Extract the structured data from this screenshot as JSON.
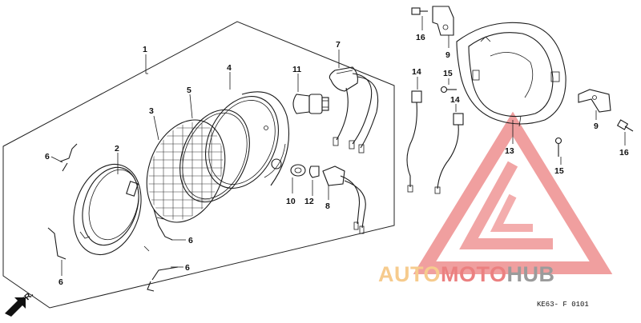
{
  "callouts": {
    "c1": "1",
    "c2": "2",
    "c3": "3",
    "c4": "4",
    "c5": "5",
    "c6a": "6",
    "c6b": "6",
    "c6c": "6",
    "c6d": "6",
    "c7": "7",
    "c8": "8",
    "c9a": "9",
    "c9b": "9",
    "c10": "10",
    "c11": "11",
    "c12": "12",
    "c13": "13",
    "c14a": "14",
    "c14b": "14",
    "c15a": "15",
    "c15b": "15",
    "c16a": "16",
    "c16b": "16"
  },
  "watermark": {
    "part1": "AUTO",
    "part2": "MOTO",
    "part3": "HUB",
    "color_orange": "#f5c27a",
    "color_red": "#e86a6a",
    "color_gray": "#8a8a8a"
  },
  "diagram_code": "KE63- F 0101",
  "front_arrow_label": "FR."
}
